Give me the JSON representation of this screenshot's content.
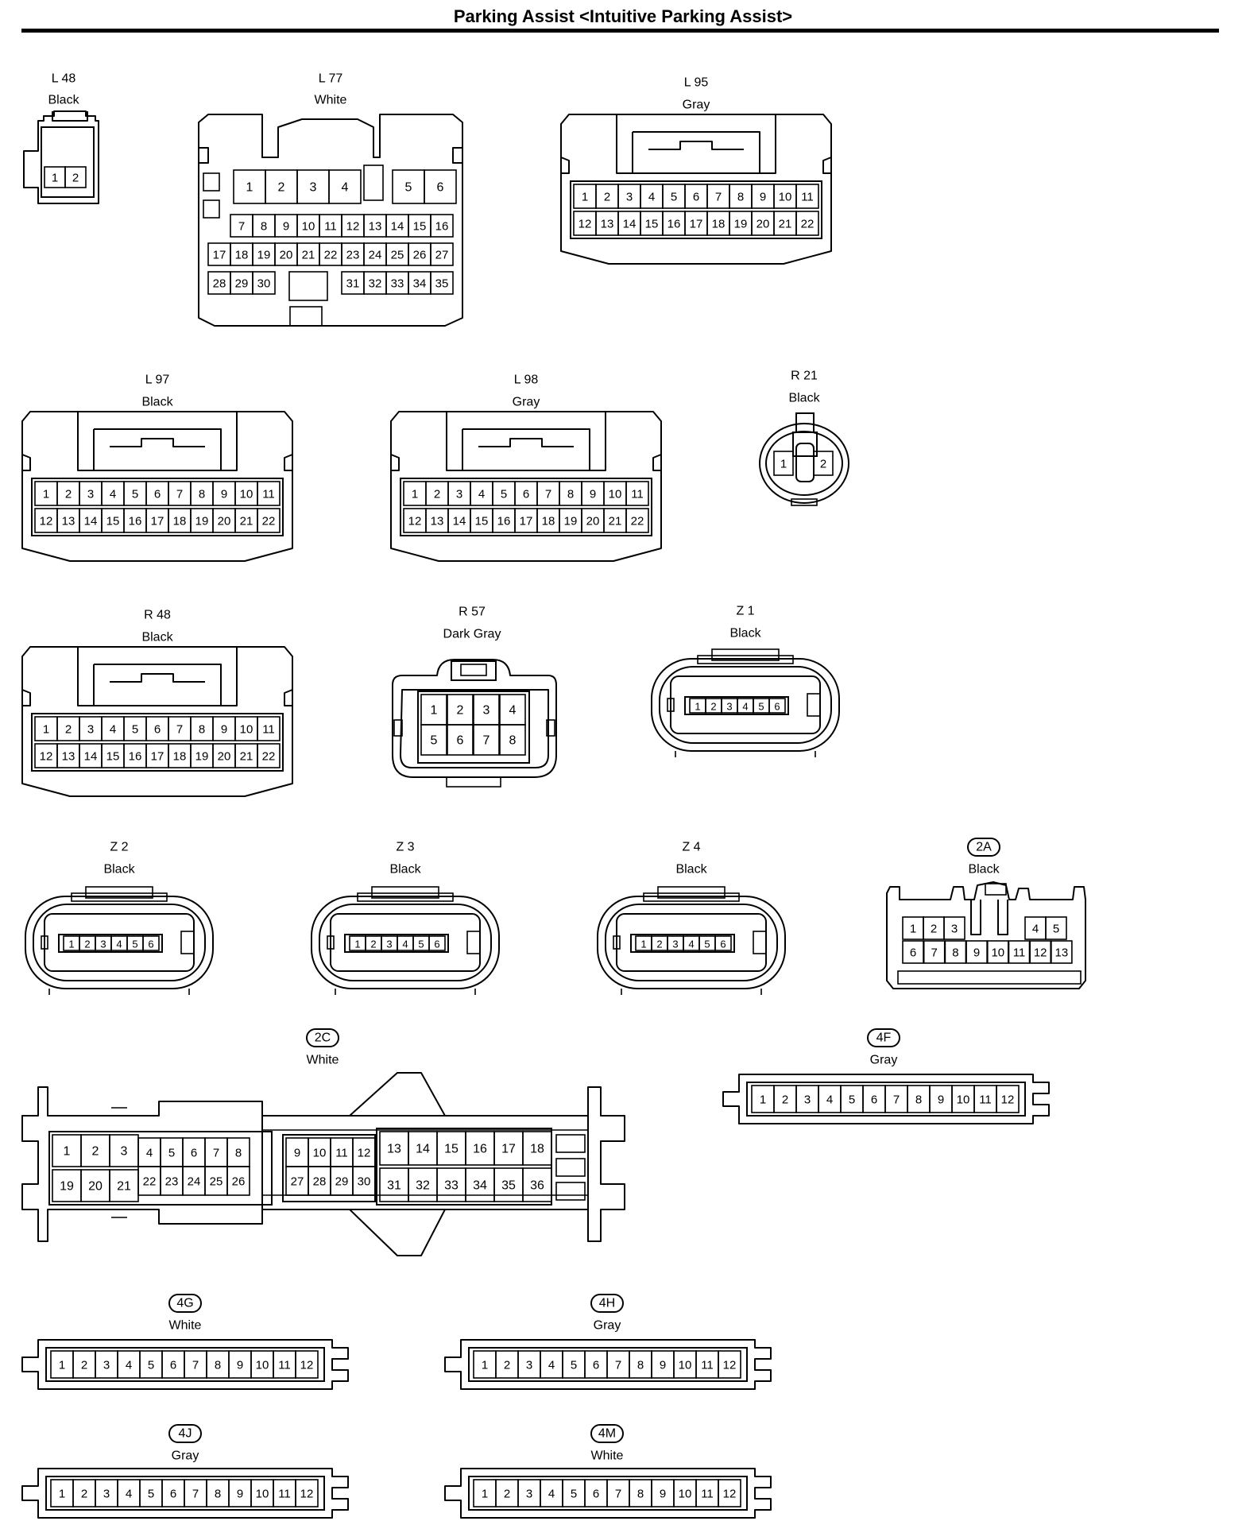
{
  "title": "Parking Assist <Intuitive Parking Assist>",
  "connectors": [
    {
      "id": "l48",
      "code": "L 48",
      "color": "Black",
      "pins": [
        "1",
        "2"
      ]
    },
    {
      "id": "l77",
      "code": "L 77",
      "color": "White",
      "pins": [
        "1",
        "2",
        "3",
        "4",
        "5",
        "6",
        "7",
        "8",
        "9",
        "10",
        "11",
        "12",
        "13",
        "14",
        "15",
        "16",
        "17",
        "18",
        "19",
        "20",
        "21",
        "22",
        "23",
        "24",
        "25",
        "26",
        "27",
        "28",
        "29",
        "30",
        "31",
        "32",
        "33",
        "34",
        "35"
      ]
    },
    {
      "id": "l95",
      "code": "L 95",
      "color": "Gray",
      "pins": [
        "1",
        "2",
        "3",
        "4",
        "5",
        "6",
        "7",
        "8",
        "9",
        "10",
        "11",
        "12",
        "13",
        "14",
        "15",
        "16",
        "17",
        "18",
        "19",
        "20",
        "21",
        "22"
      ]
    },
    {
      "id": "l97",
      "code": "L 97",
      "color": "Black",
      "pins": [
        "1",
        "2",
        "3",
        "4",
        "5",
        "6",
        "7",
        "8",
        "9",
        "10",
        "11",
        "12",
        "13",
        "14",
        "15",
        "16",
        "17",
        "18",
        "19",
        "20",
        "21",
        "22"
      ]
    },
    {
      "id": "l98",
      "code": "L 98",
      "color": "Gray",
      "pins": [
        "1",
        "2",
        "3",
        "4",
        "5",
        "6",
        "7",
        "8",
        "9",
        "10",
        "11",
        "12",
        "13",
        "14",
        "15",
        "16",
        "17",
        "18",
        "19",
        "20",
        "21",
        "22"
      ]
    },
    {
      "id": "r21",
      "code": "R 21",
      "color": "Black",
      "pins": [
        "1",
        "2"
      ]
    },
    {
      "id": "r48",
      "code": "R 48",
      "color": "Black",
      "pins": [
        "1",
        "2",
        "3",
        "4",
        "5",
        "6",
        "7",
        "8",
        "9",
        "10",
        "11",
        "12",
        "13",
        "14",
        "15",
        "16",
        "17",
        "18",
        "19",
        "20",
        "21",
        "22"
      ]
    },
    {
      "id": "r57",
      "code": "R 57",
      "color": "Dark Gray",
      "pins": [
        "1",
        "2",
        "3",
        "4",
        "5",
        "6",
        "7",
        "8"
      ]
    },
    {
      "id": "z1",
      "code": "Z 1",
      "color": "Black",
      "pins": [
        "1",
        "2",
        "3",
        "4",
        "5",
        "6"
      ]
    },
    {
      "id": "z2",
      "code": "Z 2",
      "color": "Black",
      "pins": [
        "1",
        "2",
        "3",
        "4",
        "5",
        "6"
      ]
    },
    {
      "id": "z3",
      "code": "Z 3",
      "color": "Black",
      "pins": [
        "1",
        "2",
        "3",
        "4",
        "5",
        "6"
      ]
    },
    {
      "id": "z4",
      "code": "Z 4",
      "color": "Black",
      "pins": [
        "1",
        "2",
        "3",
        "4",
        "5",
        "6"
      ]
    },
    {
      "id": "c2a",
      "code": "2A",
      "color": "Black",
      "pins": [
        "1",
        "2",
        "3",
        "4",
        "5",
        "6",
        "7",
        "8",
        "9",
        "10",
        "11",
        "12",
        "13"
      ]
    },
    {
      "id": "c2c",
      "code": "2C",
      "color": "White",
      "pins": [
        "1",
        "2",
        "3",
        "4",
        "5",
        "6",
        "7",
        "8",
        "9",
        "10",
        "11",
        "12",
        "13",
        "14",
        "15",
        "16",
        "17",
        "18",
        "19",
        "20",
        "21",
        "22",
        "23",
        "24",
        "25",
        "26",
        "27",
        "28",
        "29",
        "30",
        "31",
        "32",
        "33",
        "34",
        "35",
        "36"
      ]
    },
    {
      "id": "c4f",
      "code": "4F",
      "color": "Gray",
      "pins": [
        "1",
        "2",
        "3",
        "4",
        "5",
        "6",
        "7",
        "8",
        "9",
        "10",
        "11",
        "12"
      ]
    },
    {
      "id": "c4g",
      "code": "4G",
      "color": "White",
      "pins": [
        "1",
        "2",
        "3",
        "4",
        "5",
        "6",
        "7",
        "8",
        "9",
        "10",
        "11",
        "12"
      ]
    },
    {
      "id": "c4h",
      "code": "4H",
      "color": "Gray",
      "pins": [
        "1",
        "2",
        "3",
        "4",
        "5",
        "6",
        "7",
        "8",
        "9",
        "10",
        "11",
        "12"
      ]
    },
    {
      "id": "c4j",
      "code": "4J",
      "color": "Gray",
      "pins": [
        "1",
        "2",
        "3",
        "4",
        "5",
        "6",
        "7",
        "8",
        "9",
        "10",
        "11",
        "12"
      ]
    },
    {
      "id": "c4m",
      "code": "4M",
      "color": "White",
      "pins": [
        "1",
        "2",
        "3",
        "4",
        "5",
        "6",
        "7",
        "8",
        "9",
        "10",
        "11",
        "12"
      ]
    }
  ]
}
